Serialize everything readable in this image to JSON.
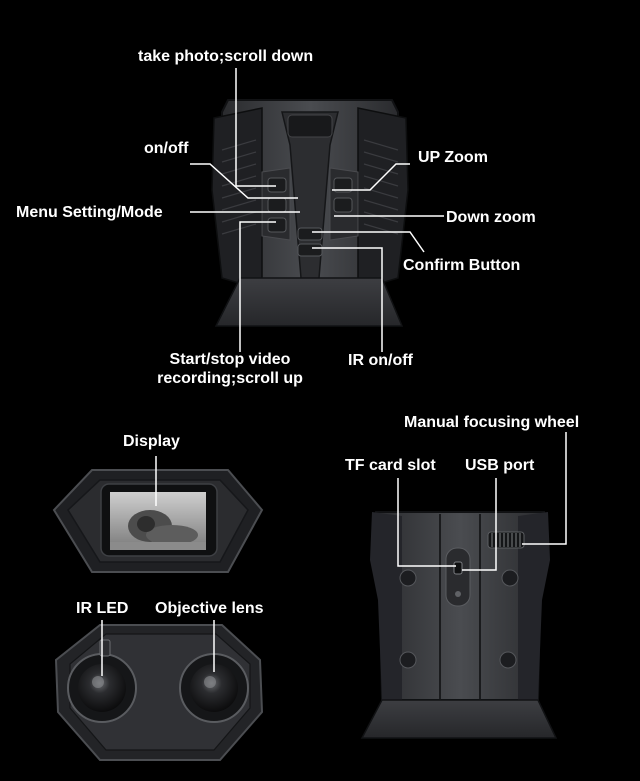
{
  "colors": {
    "background": "#000000",
    "leader_line": "#ffffff",
    "label_text": "#ffffff",
    "body_dark": "#1e1f21",
    "body_mid": "#3a3b3e",
    "body_light": "#55575b",
    "rubber_edge": "#111214"
  },
  "top_view": {
    "labels": {
      "take_photo": "take photo;scroll down",
      "on_off": "on/off",
      "menu_setting": "Menu Setting/Mode",
      "up_zoom": "UP Zoom",
      "down_zoom": "Down zoom",
      "confirm_button": "Confirm Button",
      "start_stop_line1": "Start/stop video",
      "start_stop_line2": "recording;scroll up",
      "ir_on_off": "IR on/off"
    }
  },
  "rear_view": {
    "labels": {
      "display": "Display"
    },
    "screen_image": "lion-photo"
  },
  "front_view": {
    "labels": {
      "ir_led": "IR LED",
      "objective_lens": "Objective lens"
    }
  },
  "bottom_view": {
    "labels": {
      "manual_focusing_wheel": "Manual focusing wheel",
      "tf_card_slot": "TF card slot",
      "usb_port": "USB port"
    }
  }
}
